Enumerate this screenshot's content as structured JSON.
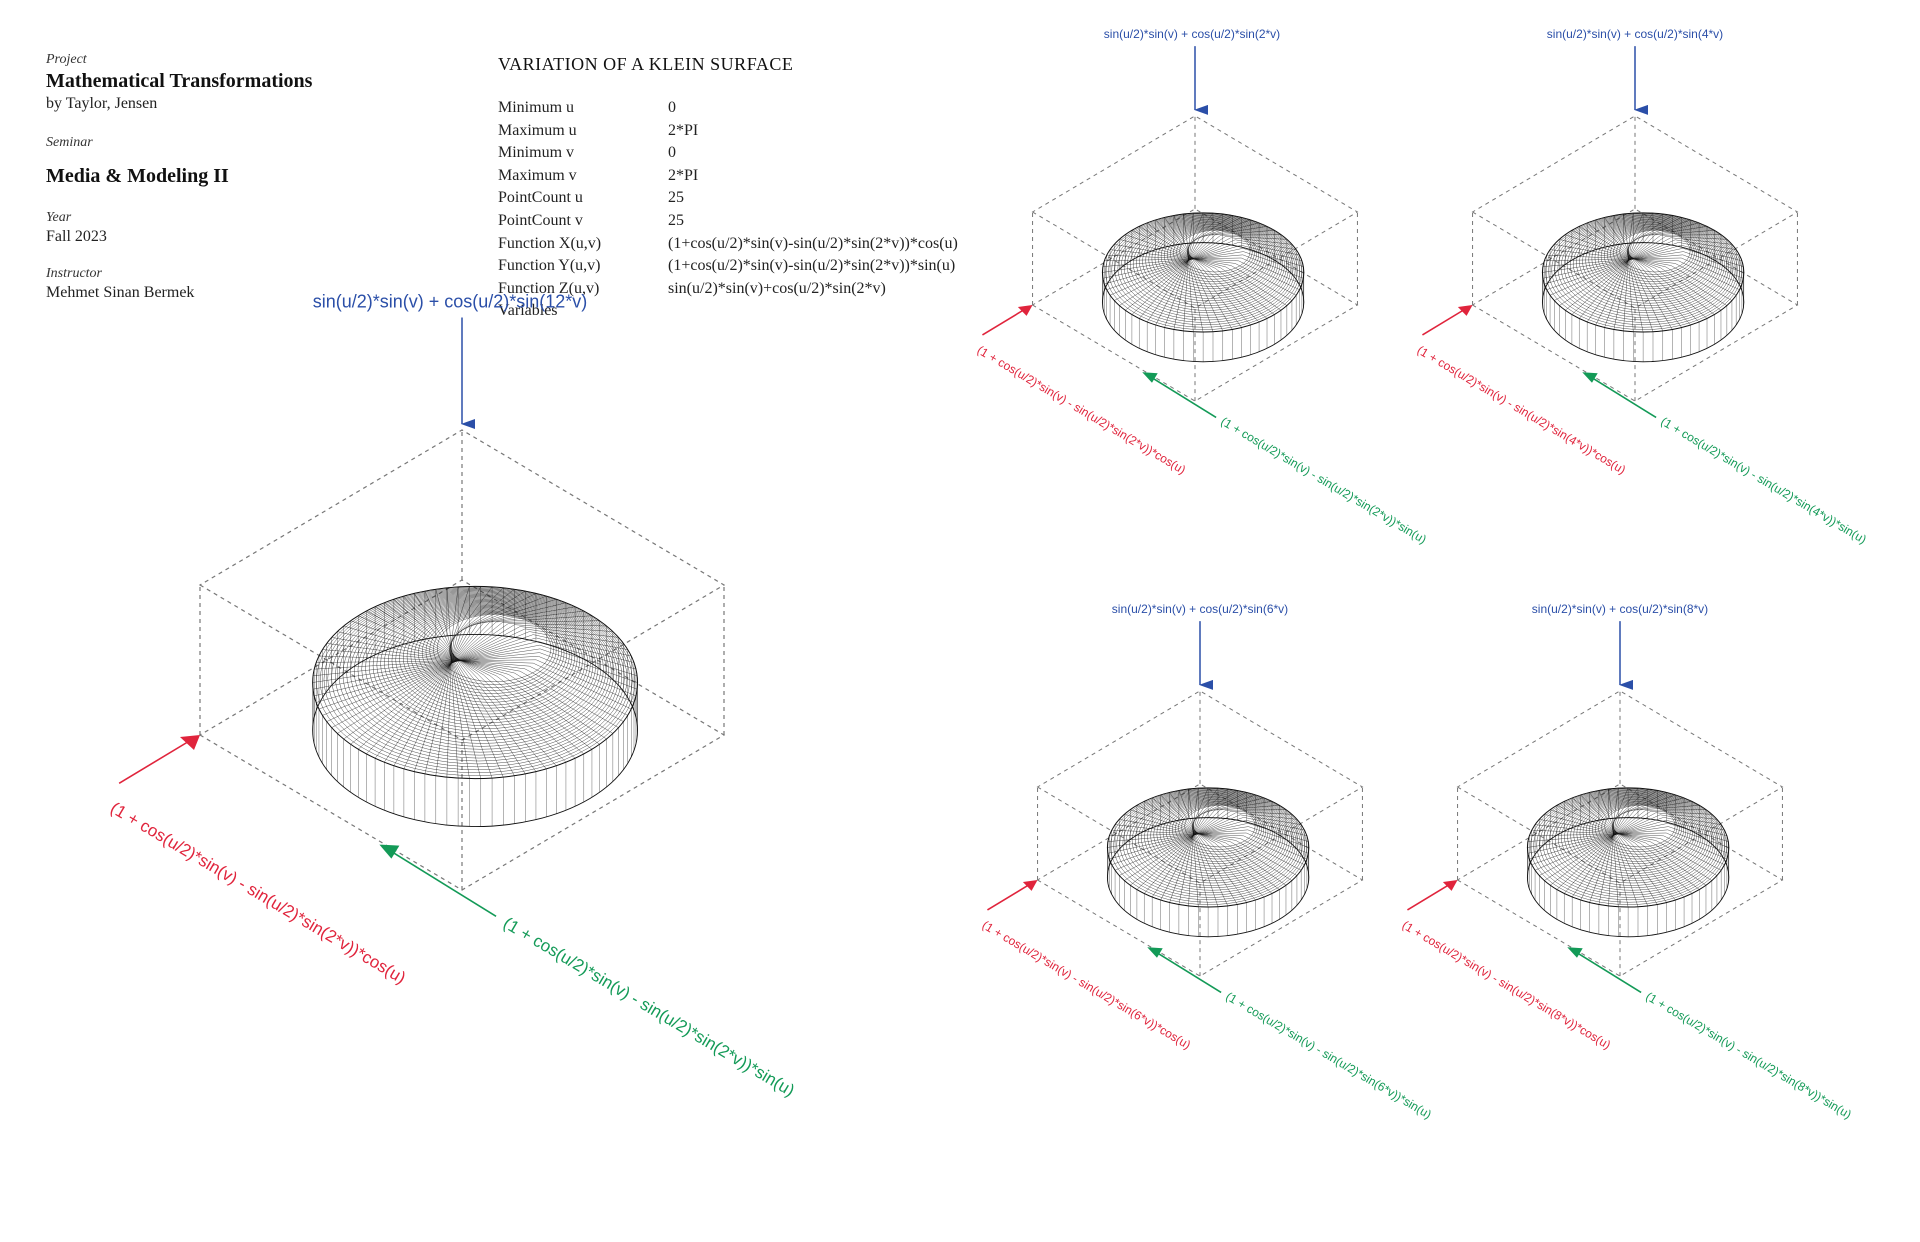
{
  "project": {
    "label": "Project",
    "title": "Mathematical Transformations",
    "authors": "by Taylor, Jensen"
  },
  "seminar": {
    "label": "Seminar",
    "title": "Media & Modeling II"
  },
  "year": {
    "label": "Year",
    "value": "Fall 2023"
  },
  "instructor": {
    "label": "Instructor",
    "value": "Mehmet Sinan Bermek"
  },
  "parameters": {
    "heading": "VARIATION OF A KLEIN SURFACE",
    "rows": [
      {
        "key": "Minimum u",
        "value": "0"
      },
      {
        "key": "Maximum u",
        "value": "2*PI"
      },
      {
        "key": "Minimum v",
        "value": "0"
      },
      {
        "key": "Maximum v",
        "value": "2*PI"
      },
      {
        "key": "PointCount u",
        "value": "25"
      },
      {
        "key": "PointCount v",
        "value": "25"
      },
      {
        "key": "Function X(u,v)",
        "value": "(1+cos(u/2)*sin(v)-sin(u/2)*sin(2*v))*cos(u)"
      },
      {
        "key": "Function Y(u,v)",
        "value": "(1+cos(u/2)*sin(v)-sin(u/2)*sin(2*v))*sin(u)"
      },
      {
        "key": "Function Z(u,v)",
        "value": "sin(u/2)*sin(v)+cos(u/2)*sin(2*v)"
      },
      {
        "key": "Variables",
        "value": ""
      }
    ]
  },
  "colors": {
    "z_axis": "#2b4fa8",
    "x_axis": "#e0243c",
    "y_axis": "#139a57",
    "frame": "#777777",
    "mesh": "#111111"
  },
  "figures": [
    {
      "id": "fig-12",
      "z_label": "sin(u/2)*sin(v) + cos(u/2)*sin(12*v)",
      "x_label": "(1 + cos(u/2)*sin(v) - sin(u/2)*sin(2*v))*cos(u)",
      "y_label": "(1 + cos(u/2)*sin(v) - sin(u/2)*sin(2*v))*sin(u)"
    },
    {
      "id": "fig-2",
      "z_label": "sin(u/2)*sin(v) + cos(u/2)*sin(2*v)",
      "x_label": "(1 + cos(u/2)*sin(v) - sin(u/2)*sin(2*v))*cos(u)",
      "y_label": "(1 + cos(u/2)*sin(v) - sin(u/2)*sin(2*v))*sin(u)"
    },
    {
      "id": "fig-4",
      "z_label": "sin(u/2)*sin(v) + cos(u/2)*sin(4*v)",
      "x_label": "(1 + cos(u/2)*sin(v) - sin(u/2)*sin(4*v))*cos(u)",
      "y_label": "(1 + cos(u/2)*sin(v) - sin(u/2)*sin(4*v))*sin(u)"
    },
    {
      "id": "fig-6",
      "z_label": "sin(u/2)*sin(v) + cos(u/2)*sin(6*v)",
      "x_label": "(1 + cos(u/2)*sin(v) - sin(u/2)*sin(6*v))*cos(u)",
      "y_label": "(1 + cos(u/2)*sin(v) - sin(u/2)*sin(6*v))*sin(u)"
    },
    {
      "id": "fig-8",
      "z_label": "sin(u/2)*sin(v) + cos(u/2)*sin(8*v)",
      "x_label": "(1 + cos(u/2)*sin(v) - sin(u/2)*sin(8*v))*cos(u)",
      "y_label": "(1 + cos(u/2)*sin(v) - sin(u/2)*sin(8*v))*sin(u)"
    }
  ]
}
